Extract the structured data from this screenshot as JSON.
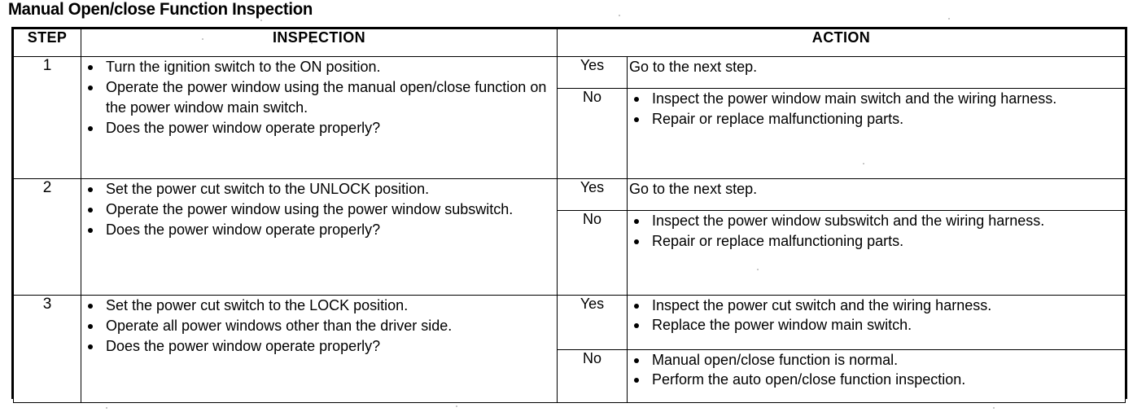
{
  "document": {
    "title": "Manual Open/close Function Inspection"
  },
  "table": {
    "columns": {
      "step": "STEP",
      "inspection": "INSPECTION",
      "action": "ACTION"
    },
    "rows": [
      {
        "step": "1",
        "inspection": [
          "Turn the ignition switch to the ON position.",
          "Operate the power window using the manual open/close function on the power window main switch.",
          "Does the power window operate properly?"
        ],
        "outcomes": [
          {
            "label": "Yes",
            "type": "plain",
            "text": "Go to the next step.",
            "items": []
          },
          {
            "label": "No",
            "type": "bullets",
            "text": "",
            "items": [
              "Inspect the power window main switch and the wiring harness.",
              "Repair or replace malfunctioning parts."
            ]
          }
        ]
      },
      {
        "step": "2",
        "inspection": [
          "Set the power cut switch to the UNLOCK position.",
          "Operate the power window using the power window subswitch.",
          "Does the power window operate properly?"
        ],
        "outcomes": [
          {
            "label": "Yes",
            "type": "plain",
            "text": "Go to the next step.",
            "items": []
          },
          {
            "label": "No",
            "type": "bullets",
            "text": "",
            "items": [
              "Inspect the power window subswitch and the wiring harness.",
              "Repair or replace malfunctioning parts."
            ]
          }
        ]
      },
      {
        "step": "3",
        "inspection": [
          "Set the power cut switch to the LOCK position.",
          "Operate all power windows other than the driver side.",
          "Does the power window operate properly?"
        ],
        "outcomes": [
          {
            "label": "Yes",
            "type": "bullets",
            "text": "",
            "items": [
              "Inspect the power cut switch and the wiring harness.",
              "Replace the power window main switch."
            ]
          },
          {
            "label": "No",
            "type": "bullets",
            "text": "",
            "items": [
              "Manual open/close function is normal.",
              "Perform the auto open/close function inspection."
            ]
          }
        ]
      }
    ]
  },
  "colors": {
    "ink": "#000000",
    "paper": "#ffffff"
  }
}
